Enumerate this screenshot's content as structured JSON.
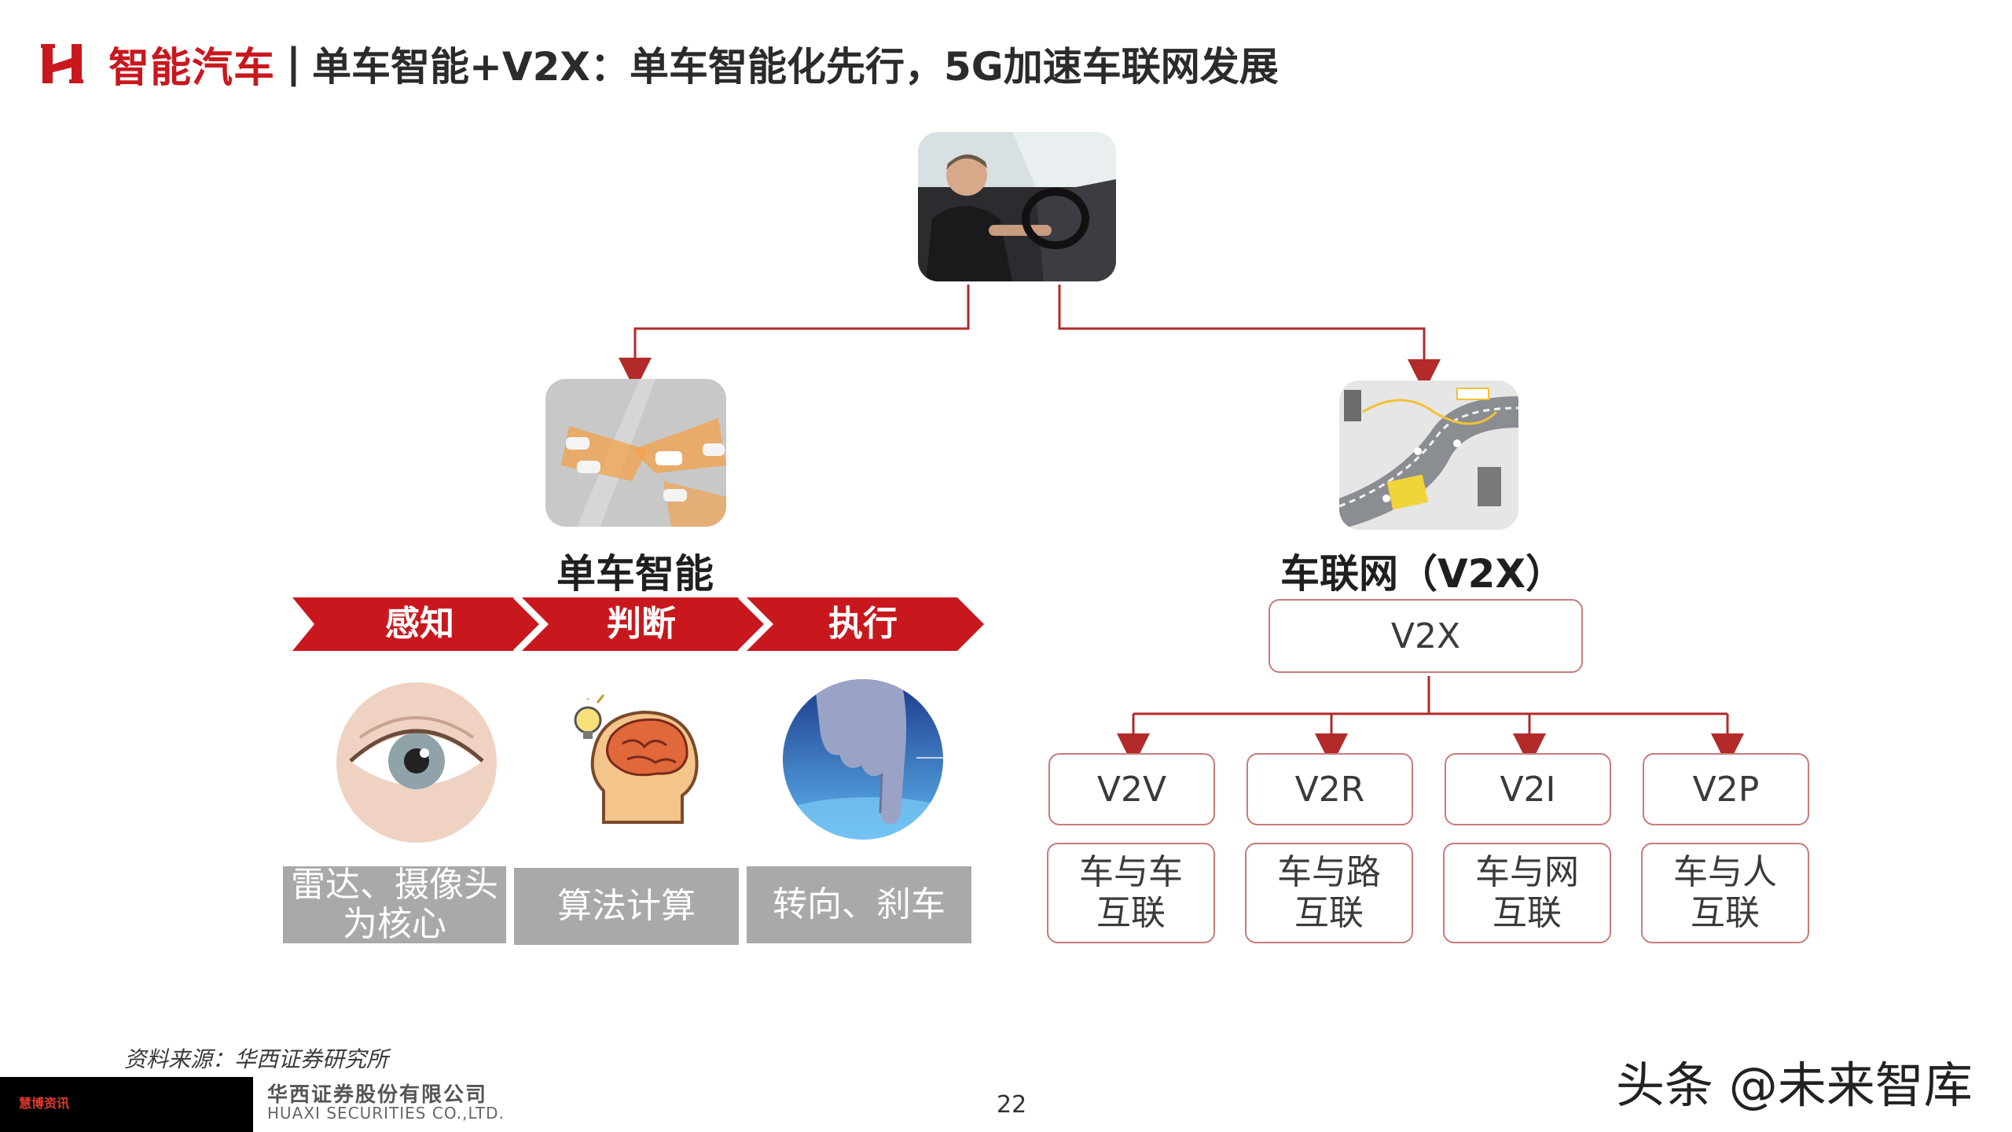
{
  "header": {
    "category": "智能汽车",
    "separator": "|",
    "title": "单车智能+V2X：单车智能化先行，5G加速车联网发展"
  },
  "left_branch": {
    "title": "单车智能",
    "stages": [
      "感知",
      "判断",
      "执行"
    ],
    "descriptions": [
      {
        "line1": "雷达、摄像头",
        "line2": "为核心"
      },
      {
        "line1": "算法计算"
      },
      {
        "line1": "转向、刹车"
      }
    ]
  },
  "right_branch": {
    "title": "车联网（V2X）",
    "root_box": "V2X",
    "children": [
      {
        "code": "V2V",
        "line1": "车与车",
        "line2": "互联"
      },
      {
        "code": "V2R",
        "line1": "车与路",
        "line2": "互联"
      },
      {
        "code": "V2I",
        "line1": "车与网",
        "line2": "互联"
      },
      {
        "code": "V2P",
        "line1": "车与人",
        "line2": "互联"
      }
    ]
  },
  "footer": {
    "source": "资料来源：华西证券研究所",
    "page_number": "22",
    "company_cn": "华西证券股份有限公司",
    "company_en": "HUAXI SECURITIES CO.,LTD.",
    "black_label": "慧博资讯",
    "watermark": "头条 @未来智库"
  },
  "colors": {
    "accent_red": "#c8181e",
    "connector_red": "#b22a2a",
    "box_border": "#c77b7b",
    "gray_box": "#a9a9a9"
  }
}
